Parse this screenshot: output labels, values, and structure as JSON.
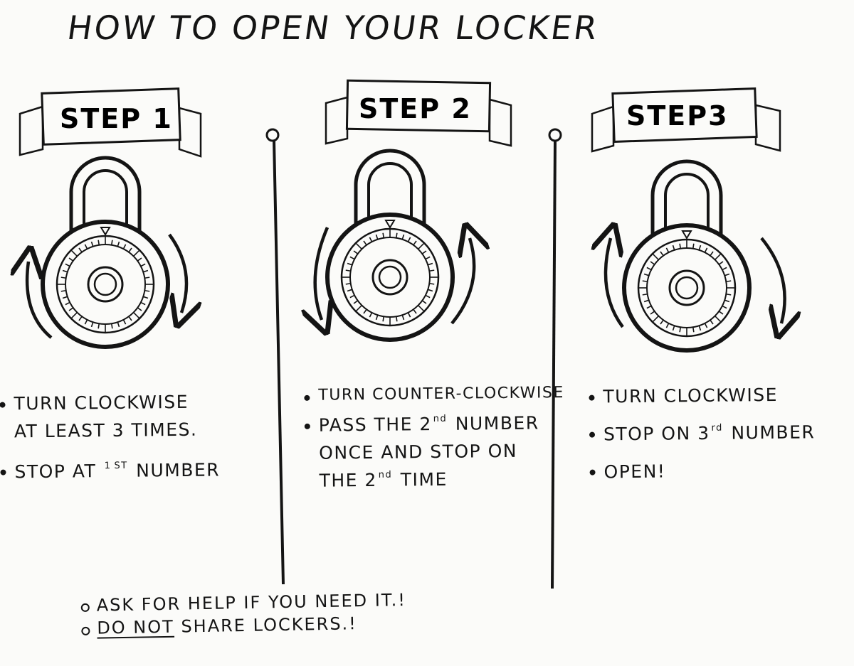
{
  "title": "HOW TO OPEN YOUR LOCKER",
  "steps": [
    {
      "label": "STEP 1",
      "direction": "clockwise",
      "lines": [
        {
          "parts": [
            "TURN CLOCKWISE",
            "AT LEAST 3 TIMES."
          ]
        },
        {
          "parts": [
            "STOP AT ",
            "1",
            "ST",
            " NUMBER"
          ]
        }
      ]
    },
    {
      "label": "STEP 2",
      "direction": "counter-clockwise",
      "lines": [
        {
          "parts": [
            "TURN COUNTER-CLOCKWISE"
          ]
        },
        {
          "parts": [
            "PASS THE 2",
            "nd",
            " NUMBER",
            "ONCE AND STOP ON",
            "THE 2",
            "nd",
            " TIME"
          ]
        }
      ]
    },
    {
      "label": "STEP3",
      "direction": "clockwise",
      "lines": [
        {
          "parts": [
            "TURN CLOCKWISE"
          ]
        },
        {
          "parts": [
            "STOP ON 3",
            "rd",
            " NUMBER"
          ]
        },
        {
          "parts": [
            "OPEN!"
          ]
        }
      ]
    }
  ],
  "footer": {
    "line1": "ASK FOR HELP IF YOU NEED IT.!",
    "line2_emph": "DO NOT",
    "line2_rest": " SHARE LOCKERS.!"
  },
  "colors": {
    "ink": "#141414",
    "paper": "#fbfbf9"
  }
}
